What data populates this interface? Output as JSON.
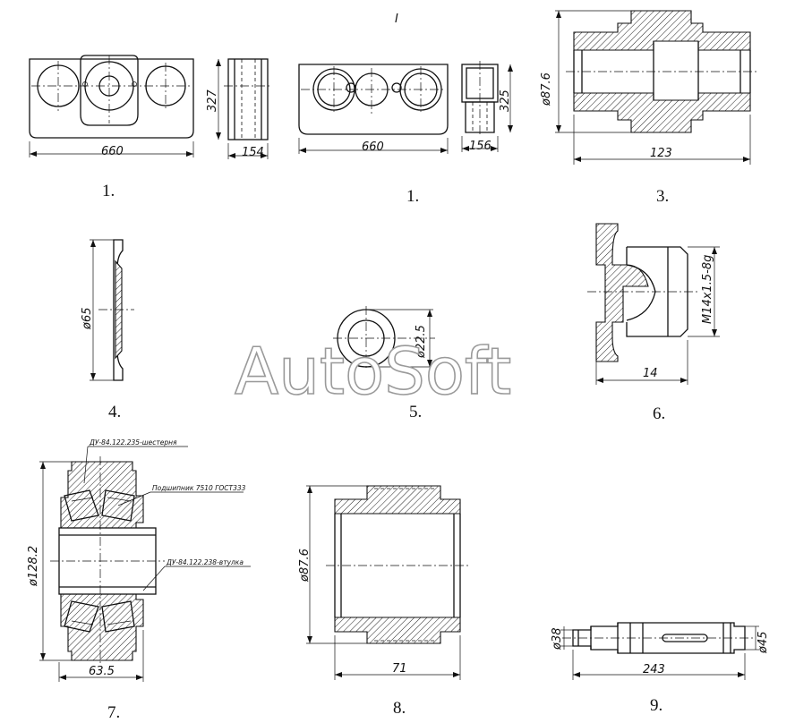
{
  "top_mark": "I",
  "watermark": "AutoSoft",
  "parts": [
    {
      "num": "1.",
      "dims": [
        "660",
        "327",
        "154"
      ]
    },
    {
      "num": "1.",
      "dims": [
        "660",
        "325",
        "156"
      ]
    },
    {
      "num": "3.",
      "dims": [
        "ø87.6",
        "123"
      ]
    },
    {
      "num": "4.",
      "dims": [
        "ø65"
      ]
    },
    {
      "num": "5.",
      "dims": [
        "ø22.5"
      ]
    },
    {
      "num": "6.",
      "dims": [
        "M14x1.5-8g",
        "14"
      ]
    },
    {
      "num": "7.",
      "dims": [
        "ø128.2",
        "63.5"
      ],
      "callouts": [
        "ДУ-84.122.235-шестерня",
        "Подшипник 7510 ГОСТ333",
        "ДУ-84.122.238-втулка"
      ]
    },
    {
      "num": "8.",
      "dims": [
        "ø87.6",
        "71"
      ]
    },
    {
      "num": "9.",
      "dims": [
        "ø38",
        "ø45",
        "243"
      ]
    }
  ]
}
